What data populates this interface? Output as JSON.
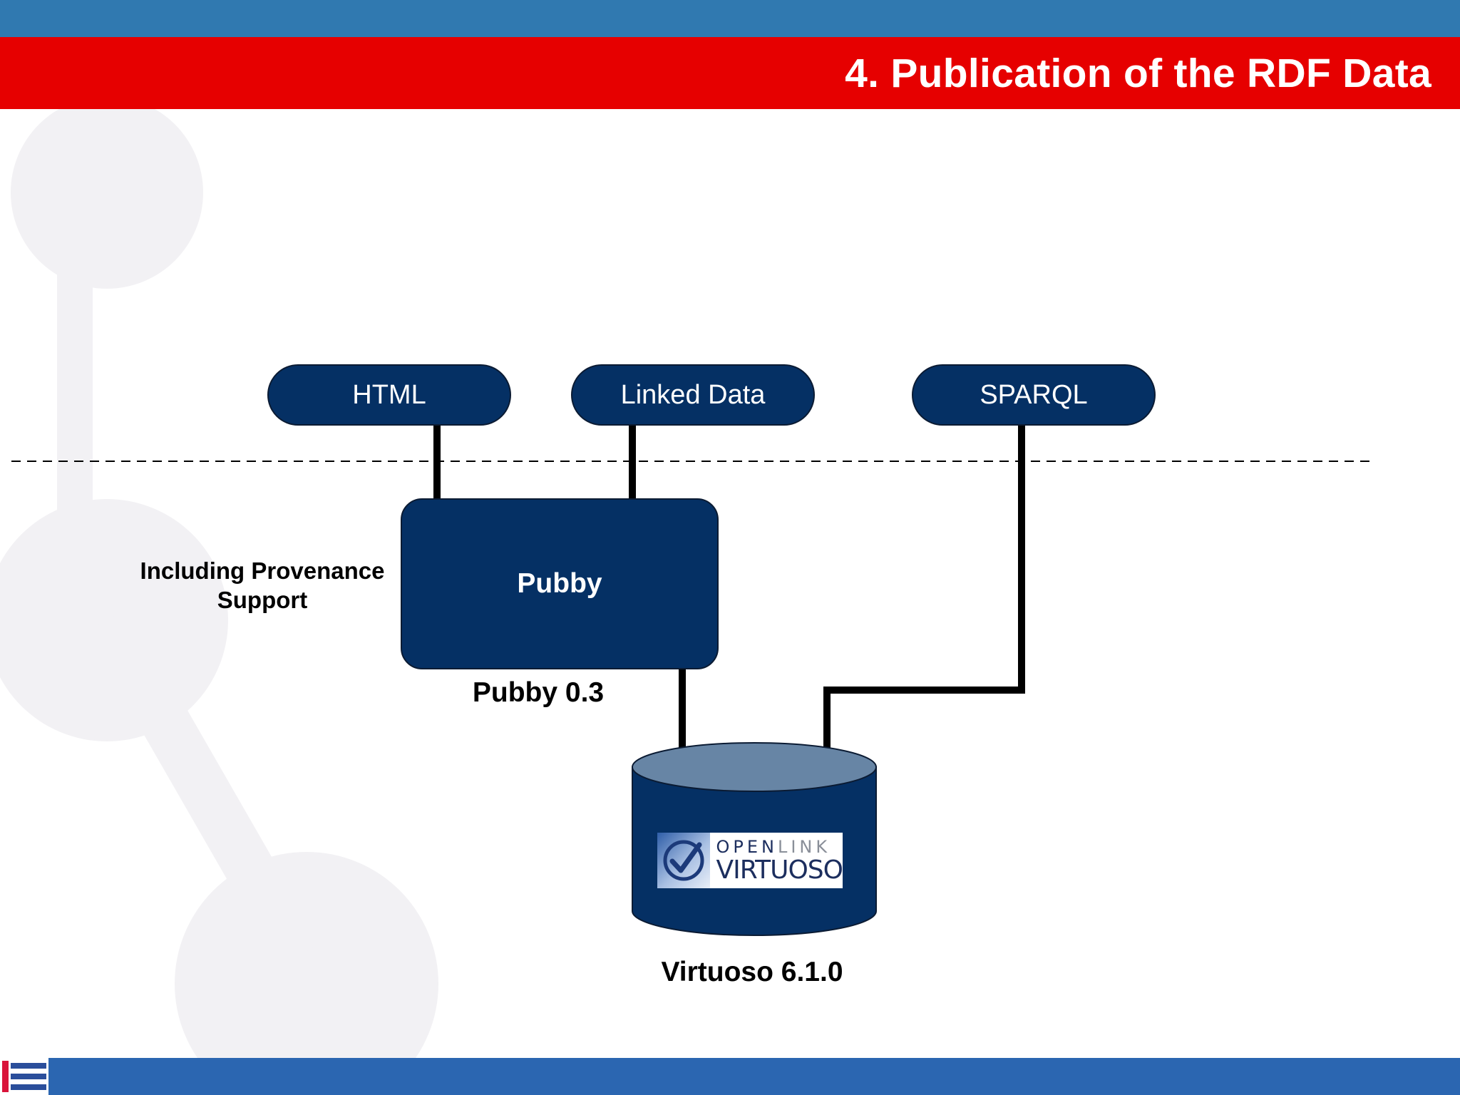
{
  "slide": {
    "title": "4. Publication of the RDF Data"
  },
  "colors": {
    "top_bar": "#3079b0",
    "title_bar": "#e60000",
    "bottom_bar": "#2b66b1",
    "node_fill": "#053064",
    "cylinder_top": "#6785a5",
    "connector": "#000000",
    "watermark": "#f2f1f4"
  },
  "diagram": {
    "interfaces": [
      {
        "id": "html",
        "label": "HTML"
      },
      {
        "id": "linked-data",
        "label": "Linked Data"
      },
      {
        "id": "sparql",
        "label": "SPARQL"
      }
    ],
    "pubby": {
      "label": "Pubby",
      "version": "Pubby 0.3",
      "note": "Including Provenance Support"
    },
    "store": {
      "version": "Virtuoso 6.1.0",
      "logo": {
        "line1_part1": "OPEN",
        "line1_part2": "LINK",
        "line2": "VIRTUOSO",
        "icon": "checkmark-icon"
      }
    }
  },
  "footer": {
    "logo_icon": "group-logo-icon"
  }
}
